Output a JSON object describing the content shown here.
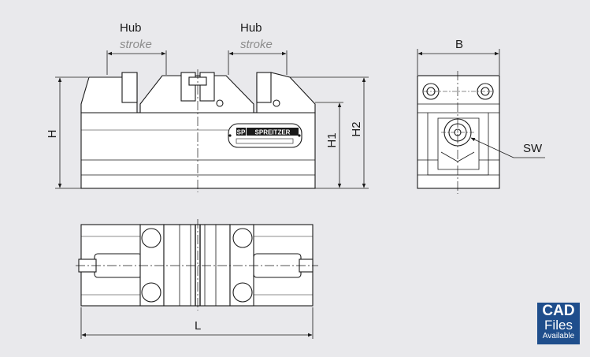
{
  "labels": {
    "hub_left": "Hub",
    "stroke_left": "stroke",
    "hub_right": "Hub",
    "stroke_right": "stroke",
    "dim_H": "H",
    "dim_H1": "H1",
    "dim_H2": "H2",
    "dim_B": "B",
    "dim_L": "L",
    "dim_SW": "SW"
  },
  "nameplate": {
    "logo_text": "SP",
    "brand_text": "SPREITZER"
  },
  "badge": {
    "line1": "CAD",
    "line2": "Files",
    "line3": "Available"
  },
  "colors": {
    "background": "#e9e9ec",
    "part_fill": "#ffffff",
    "line": "#1a1a1a",
    "muted_text": "#8c8c8c",
    "badge": "#1f4e8c"
  }
}
